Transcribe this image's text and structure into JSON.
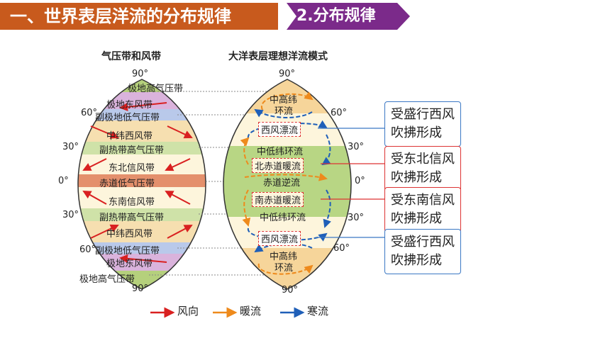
{
  "header": {
    "title": "一、世界表层洋流的分布规律",
    "section": "2.分布规律",
    "colors": {
      "orange": "#c85a1d",
      "purple": "#7b2a8a"
    }
  },
  "left": {
    "subtitle": "气压带和风带",
    "belts": [
      "极地高气压带",
      "极地东风带",
      "副极地低气压带",
      "中纬西风带",
      "副热带高气压带",
      "东北信风带",
      "赤道低气压带",
      "东南信风带",
      "副热带高气压带",
      "中纬西风带",
      "副极地低气压带",
      "极地东风带",
      "极地高气压带"
    ],
    "lat": {
      "n90": "90°",
      "n60": "60°",
      "n30": "30°",
      "eq": "0°",
      "s30": "30°",
      "s60": "60°",
      "s90": "90°"
    }
  },
  "right": {
    "subtitle": "大洋表层理想洋流模式",
    "currents": [
      "中高纬",
      "环流",
      "西风漂流",
      "中低纬环流",
      "北赤道暖流",
      "赤道逆流",
      "南赤道暖流",
      "中低纬环流",
      "西风漂流",
      "中高纬",
      "环流"
    ],
    "lat": {
      "n90": "90°",
      "n60": "60°",
      "n30": "30°",
      "eq": "0°",
      "s30": "30°",
      "s60": "60°",
      "s90": "90°"
    }
  },
  "notes": [
    {
      "line1": "受盛行西风",
      "line2": "吹拂形成"
    },
    {
      "line1": "受东北信风",
      "line2": "吹拂形成"
    },
    {
      "line1": "受东南信风",
      "line2": "吹拂形成"
    },
    {
      "line1": "受盛行西风",
      "line2": "吹拂形成"
    }
  ],
  "legend": {
    "wind": "风向",
    "warm": "暖流",
    "cold": "寒流"
  }
}
